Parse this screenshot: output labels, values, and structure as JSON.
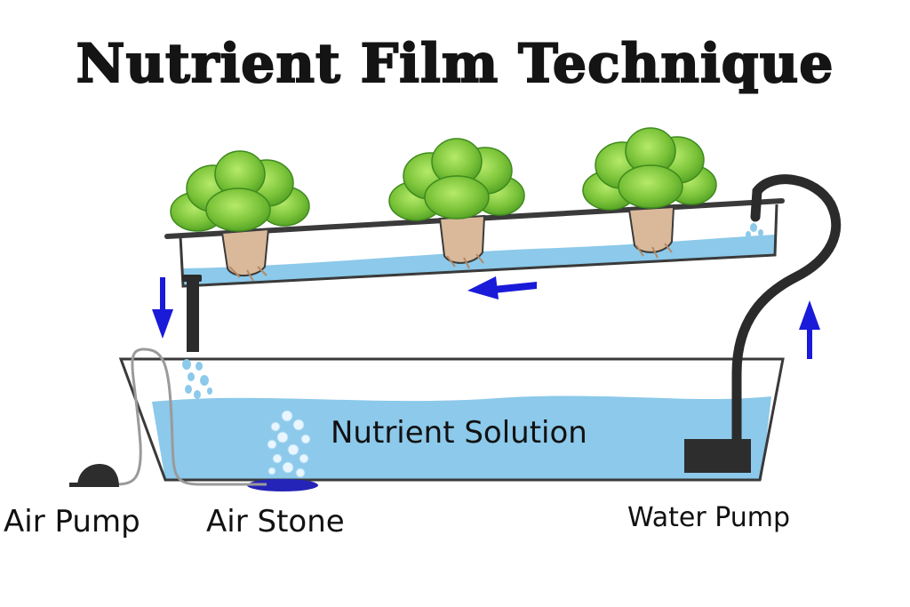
{
  "title": "Nutrient Film Technique",
  "labels": {
    "nutrient_solution": "Nutrient Solution",
    "air_pump": "Air Pump",
    "air_stone": "Air Stone",
    "water_pump": "Water Pump"
  },
  "colors": {
    "water": "#8cc9ea",
    "arrow": "#1a1ad9",
    "pipe": "#2b2b2b",
    "plant_light": "#8fd44a",
    "plant_dark": "#4f9e22",
    "roots": "#d9b99a"
  }
}
